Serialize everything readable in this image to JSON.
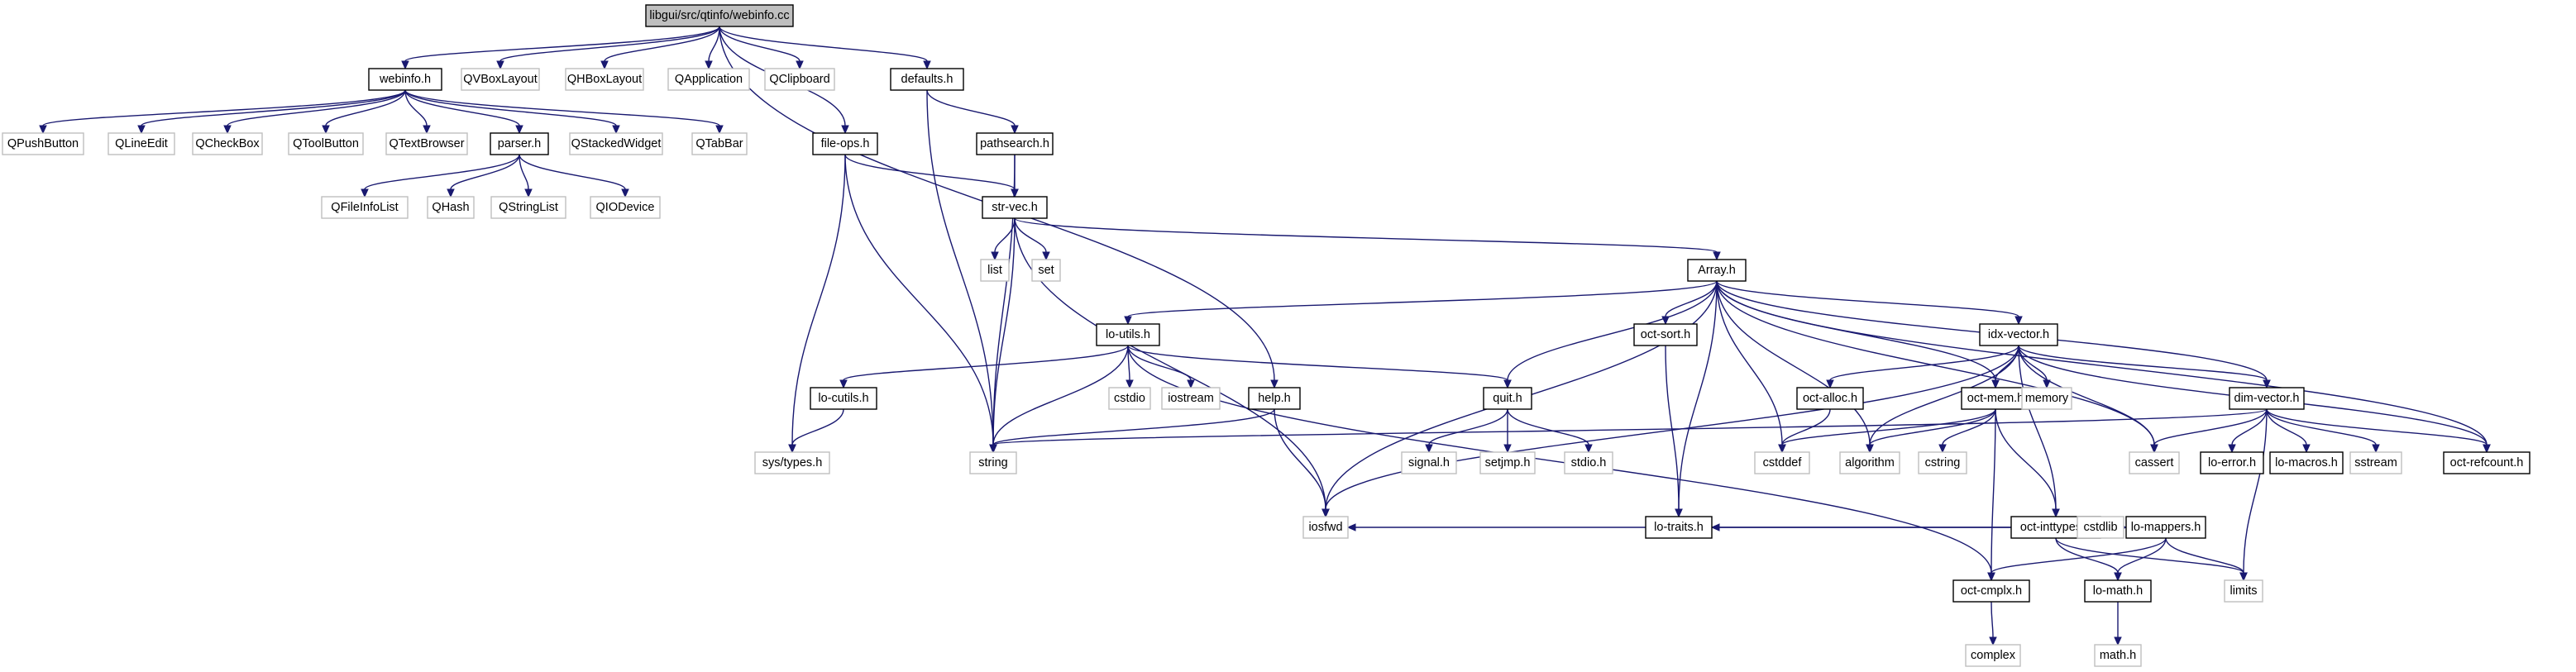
{
  "colors": {
    "edge": "#191970",
    "root_fill": "#bfbfbf",
    "project_border": "#000000",
    "system_border": "#bfbfbf"
  },
  "nodes": {
    "root": "libgui/src/qtinfo/webinfo.cc",
    "webinfo_h": "webinfo.h",
    "QVBoxLayout": "QVBoxLayout",
    "QHBoxLayout": "QHBoxLayout",
    "QApplication": "QApplication",
    "QClipboard": "QClipboard",
    "defaults_h": "defaults.h",
    "file_ops_h": "file-ops.h",
    "help_h": "help.h",
    "QPushButton": "QPushButton",
    "QLineEdit": "QLineEdit",
    "QCheckBox": "QCheckBox",
    "QToolButton": "QToolButton",
    "QTextBrowser": "QTextBrowser",
    "parser_h": "parser.h",
    "QStackedWidget": "QStackedWidget",
    "QTabBar": "QTabBar",
    "QFileInfoList": "QFileInfoList",
    "QHash": "QHash",
    "QStringList": "QStringList",
    "QIODevice": "QIODevice",
    "pathsearch_h": "pathsearch.h",
    "str_vec_h": "str-vec.h",
    "list": "list",
    "set": "set",
    "Array_h": "Array.h",
    "lo_utils_h": "lo-utils.h",
    "oct_sort_h": "oct-sort.h",
    "idx_vector_h": "idx-vector.h",
    "cstdio": "cstdio",
    "iostream": "iostream",
    "lo_cutils_h": "lo-cutils.h",
    "quit_h": "quit.h",
    "oct_alloc_h": "oct-alloc.h",
    "oct_mem_h": "oct-mem.h",
    "memory": "memory",
    "dim_vector_h": "dim-vector.h",
    "sys_types_h": "sys/types.h",
    "string": "string",
    "signal_h": "signal.h",
    "setjmp_h": "setjmp.h",
    "stdio_h": "stdio.h",
    "cstddef": "cstddef",
    "algorithm": "algorithm",
    "cstring": "cstring",
    "cassert": "cassert",
    "lo_error_h": "lo-error.h",
    "lo_macros_h": "lo-macros.h",
    "sstream": "sstream",
    "oct_refcount_h": "oct-refcount.h",
    "iosfwd": "iosfwd",
    "oct_inttypes_h": "oct-inttypes.h",
    "cstdlib": "cstdlib",
    "lo_mappers_h": "lo-mappers.h",
    "lo_traits_h": "lo-traits.h",
    "limits": "limits",
    "oct_cmplx_h": "oct-cmplx.h",
    "lo_math_h": "lo-math.h",
    "complex": "complex",
    "math_h": "math.h"
  },
  "edges": [
    [
      "root",
      "webinfo_h"
    ],
    [
      "root",
      "QVBoxLayout"
    ],
    [
      "root",
      "QHBoxLayout"
    ],
    [
      "root",
      "QApplication"
    ],
    [
      "root",
      "QClipboard"
    ],
    [
      "root",
      "defaults_h"
    ],
    [
      "root",
      "file_ops_h"
    ],
    [
      "root",
      "help_h"
    ],
    [
      "webinfo_h",
      "QPushButton"
    ],
    [
      "webinfo_h",
      "QLineEdit"
    ],
    [
      "webinfo_h",
      "QCheckBox"
    ],
    [
      "webinfo_h",
      "QToolButton"
    ],
    [
      "webinfo_h",
      "QTextBrowser"
    ],
    [
      "webinfo_h",
      "parser_h"
    ],
    [
      "webinfo_h",
      "QStackedWidget"
    ],
    [
      "webinfo_h",
      "QTabBar"
    ],
    [
      "parser_h",
      "QFileInfoList"
    ],
    [
      "parser_h",
      "QHash"
    ],
    [
      "parser_h",
      "QStringList"
    ],
    [
      "parser_h",
      "QIODevice"
    ],
    [
      "defaults_h",
      "pathsearch_h"
    ],
    [
      "defaults_h",
      "string"
    ],
    [
      "file_ops_h",
      "sys_types_h"
    ],
    [
      "file_ops_h",
      "string"
    ],
    [
      "file_ops_h",
      "str_vec_h"
    ],
    [
      "pathsearch_h",
      "str_vec_h"
    ],
    [
      "pathsearch_h",
      "string"
    ],
    [
      "str_vec_h",
      "list"
    ],
    [
      "str_vec_h",
      "set"
    ],
    [
      "str_vec_h",
      "string"
    ],
    [
      "str_vec_h",
      "iosfwd"
    ],
    [
      "str_vec_h",
      "Array_h"
    ],
    [
      "Array_h",
      "lo_utils_h"
    ],
    [
      "Array_h",
      "oct_sort_h"
    ],
    [
      "Array_h",
      "idx_vector_h"
    ],
    [
      "Array_h",
      "quit_h"
    ],
    [
      "Array_h",
      "oct_mem_h"
    ],
    [
      "Array_h",
      "dim_vector_h"
    ],
    [
      "Array_h",
      "cassert"
    ],
    [
      "Array_h",
      "oct_refcount_h"
    ],
    [
      "Array_h",
      "cstddef"
    ],
    [
      "Array_h",
      "algorithm"
    ],
    [
      "Array_h",
      "iosfwd"
    ],
    [
      "Array_h",
      "lo_traits_h"
    ],
    [
      "lo_utils_h",
      "lo_cutils_h"
    ],
    [
      "lo_utils_h",
      "cstdio"
    ],
    [
      "lo_utils_h",
      "iostream"
    ],
    [
      "lo_utils_h",
      "string"
    ],
    [
      "lo_utils_h",
      "quit_h"
    ],
    [
      "lo_utils_h",
      "oct_cmplx_h"
    ],
    [
      "lo_cutils_h",
      "sys_types_h"
    ],
    [
      "help_h",
      "string"
    ],
    [
      "help_h",
      "iosfwd"
    ],
    [
      "quit_h",
      "signal_h"
    ],
    [
      "quit_h",
      "setjmp_h"
    ],
    [
      "quit_h",
      "stdio_h"
    ],
    [
      "oct_sort_h",
      "lo_traits_h"
    ],
    [
      "idx_vector_h",
      "oct_alloc_h"
    ],
    [
      "idx_vector_h",
      "oct_mem_h"
    ],
    [
      "idx_vector_h",
      "memory"
    ],
    [
      "idx_vector_h",
      "dim_vector_h"
    ],
    [
      "idx_vector_h",
      "cassert"
    ],
    [
      "idx_vector_h",
      "oct_refcount_h"
    ],
    [
      "idx_vector_h",
      "algorithm"
    ],
    [
      "idx_vector_h",
      "iosfwd"
    ],
    [
      "idx_vector_h",
      "oct_inttypes_h"
    ],
    [
      "oct_alloc_h",
      "cstddef"
    ],
    [
      "oct_mem_h",
      "cstddef"
    ],
    [
      "oct_mem_h",
      "algorithm"
    ],
    [
      "oct_mem_h",
      "cstring"
    ],
    [
      "oct_mem_h",
      "oct_inttypes_h"
    ],
    [
      "oct_mem_h",
      "oct_cmplx_h"
    ],
    [
      "dim_vector_h",
      "cassert"
    ],
    [
      "dim_vector_h",
      "lo_error_h"
    ],
    [
      "dim_vector_h",
      "lo_macros_h"
    ],
    [
      "dim_vector_h",
      "sstream"
    ],
    [
      "dim_vector_h",
      "oct_refcount_h"
    ],
    [
      "dim_vector_h",
      "limits"
    ],
    [
      "dim_vector_h",
      "string"
    ],
    [
      "oct_inttypes_h",
      "cstdlib"
    ],
    [
      "oct_inttypes_h",
      "lo_mappers_h"
    ],
    [
      "oct_inttypes_h",
      "limits"
    ],
    [
      "oct_inttypes_h",
      "lo_traits_h"
    ],
    [
      "oct_inttypes_h",
      "iosfwd"
    ],
    [
      "oct_inttypes_h",
      "lo_math_h"
    ],
    [
      "lo_mappers_h",
      "oct_cmplx_h"
    ],
    [
      "lo_mappers_h",
      "lo_math_h"
    ],
    [
      "lo_mappers_h",
      "limits"
    ],
    [
      "oct_cmplx_h",
      "complex"
    ],
    [
      "lo_math_h",
      "math_h"
    ]
  ]
}
